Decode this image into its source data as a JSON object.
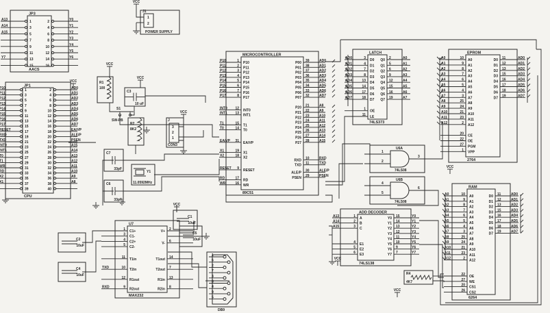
{
  "vcc": "VCC",
  "jp3": {
    "ref": "JP3",
    "name": "AACS",
    "left": [
      {
        "n": "1",
        "net": "A13"
      },
      {
        "n": "3",
        "net": "A14"
      },
      {
        "n": "5",
        "net": "A15"
      },
      {
        "n": "7",
        "net": ""
      },
      {
        "n": "9",
        "net": ""
      },
      {
        "n": "11",
        "net": ""
      },
      {
        "n": "13",
        "net": "Y7"
      },
      {
        "n": "15",
        "net": ""
      }
    ],
    "right": [
      {
        "n": "2",
        "net": "Y0"
      },
      {
        "n": "4",
        "net": "Y1"
      },
      {
        "n": "6",
        "net": "Y2"
      },
      {
        "n": "8",
        "net": "Y3"
      },
      {
        "n": "10",
        "net": "Y4"
      },
      {
        "n": "12",
        "net": "Y5"
      },
      {
        "n": "14",
        "net": "Y6"
      },
      {
        "n": "16",
        "net": ""
      }
    ]
  },
  "jp1": {
    "ref": "JP1",
    "name": "CPU",
    "left": [
      {
        "n": "1",
        "net": "P10"
      },
      {
        "n": "3",
        "net": "P11"
      },
      {
        "n": "5",
        "net": "P12"
      },
      {
        "n": "7",
        "net": "P13"
      },
      {
        "n": "9",
        "net": "P14"
      },
      {
        "n": "11",
        "net": "P15"
      },
      {
        "n": "13",
        "net": "P16"
      },
      {
        "n": "15",
        "net": "P17"
      },
      {
        "n": "17",
        "net": "RESET"
      },
      {
        "n": "19",
        "net": "RXD"
      },
      {
        "n": "21",
        "net": "TXD"
      },
      {
        "n": "23",
        "net": "INT0"
      },
      {
        "n": "25",
        "net": "INT1"
      },
      {
        "n": "27",
        "net": "T0"
      },
      {
        "n": "29",
        "net": "T1"
      },
      {
        "n": "31",
        "net": "WR"
      },
      {
        "n": "33",
        "net": "RD"
      },
      {
        "n": "35",
        "net": "X2"
      },
      {
        "n": "37",
        "net": "X1"
      },
      {
        "n": "39",
        "net": ""
      }
    ],
    "right": [
      {
        "n": "2",
        "net": "AD0"
      },
      {
        "n": "4",
        "net": "AD1"
      },
      {
        "n": "6",
        "net": "AD2"
      },
      {
        "n": "8",
        "net": "AD3"
      },
      {
        "n": "10",
        "net": "AD4"
      },
      {
        "n": "12",
        "net": "AD5"
      },
      {
        "n": "14",
        "net": "AD6"
      },
      {
        "n": "16",
        "net": "AD7"
      },
      {
        "n": "18",
        "net": "EA/VP"
      },
      {
        "n": "20",
        "net": "ALE/P"
      },
      {
        "n": "22",
        "net": "PSEN"
      },
      {
        "n": "24",
        "net": "A15"
      },
      {
        "n": "26",
        "net": "A14"
      },
      {
        "n": "28",
        "net": "A13"
      },
      {
        "n": "30",
        "net": "A12"
      },
      {
        "n": "32",
        "net": "A11"
      },
      {
        "n": "34",
        "net": "A10"
      },
      {
        "n": "36",
        "net": "A9"
      },
      {
        "n": "38",
        "net": "A8"
      },
      {
        "n": "40",
        "net": ""
      }
    ]
  },
  "mcu": {
    "ref": "MICROCONTROLLER",
    "name": "89C51",
    "left": [
      {
        "l": "P10",
        "n": "1",
        "net": "P10"
      },
      {
        "l": "P11",
        "n": "2",
        "net": "P11"
      },
      {
        "l": "P12",
        "n": "3",
        "net": "P12"
      },
      {
        "l": "P13",
        "n": "4",
        "net": "P13"
      },
      {
        "l": "P14",
        "n": "5",
        "net": "P14"
      },
      {
        "l": "P15",
        "n": "6",
        "net": "P15"
      },
      {
        "l": "P16",
        "n": "7",
        "net": "P16"
      },
      {
        "l": "P17",
        "n": "8",
        "net": "P17"
      },
      {
        "l": "INT0",
        "n": "12",
        "net": "INT0"
      },
      {
        "l": "INT1",
        "n": "13",
        "net": "INT1"
      },
      {
        "l": "T1",
        "n": "15",
        "net": "T1"
      },
      {
        "l": "T0",
        "n": "14",
        "net": "T0"
      },
      {
        "l": "EA/VP",
        "n": "31",
        "net": "EA/VP"
      },
      {
        "l": "X1",
        "n": "19",
        "net": "X1"
      },
      {
        "l": "X2",
        "n": "18",
        "net": "X2"
      },
      {
        "l": "RESET",
        "n": "9",
        "net": "RESET"
      },
      {
        "l": "RD",
        "n": "17",
        "net": "RD"
      },
      {
        "l": "WR",
        "n": "16",
        "net": "WR"
      }
    ],
    "right": [
      {
        "l": "P00",
        "n": "39",
        "net": "AD0"
      },
      {
        "l": "P01",
        "n": "38",
        "net": "AD1"
      },
      {
        "l": "P02",
        "n": "37",
        "net": "AD2"
      },
      {
        "l": "P03",
        "n": "36",
        "net": "AD3"
      },
      {
        "l": "P04",
        "n": "35",
        "net": "AD4"
      },
      {
        "l": "P05",
        "n": "34",
        "net": "AD5"
      },
      {
        "l": "P06",
        "n": "33",
        "net": "AD6"
      },
      {
        "l": "P07",
        "n": "32",
        "net": "AD7"
      },
      {
        "l": "P20",
        "n": "21",
        "net": "A8"
      },
      {
        "l": "P21",
        "n": "22",
        "net": "A9"
      },
      {
        "l": "P22",
        "n": "23",
        "net": "A10"
      },
      {
        "l": "P23",
        "n": "24",
        "net": "A11"
      },
      {
        "l": "P24",
        "n": "25",
        "net": "A12"
      },
      {
        "l": "P25",
        "n": "26",
        "net": "A13"
      },
      {
        "l": "P26",
        "n": "27",
        "net": "A14"
      },
      {
        "l": "P27",
        "n": "28",
        "net": "A15"
      },
      {
        "l": "RXD",
        "n": "10",
        "net": "RXD"
      },
      {
        "l": "TXD",
        "n": "11",
        "net": "TXD"
      },
      {
        "l": "ALE/P",
        "n": "30",
        "net": "ALE/P"
      },
      {
        "l": "PSEN",
        "n": "29",
        "net": "PSEN"
      }
    ]
  },
  "latch": {
    "ref": "LATCH",
    "name": "74LS373",
    "left": [
      {
        "l": "D0",
        "n": "3",
        "net": "AD0"
      },
      {
        "l": "D1",
        "n": "4",
        "net": "AD1"
      },
      {
        "l": "D2",
        "n": "7",
        "net": "AD2"
      },
      {
        "l": "D3",
        "n": "8",
        "net": "AD3"
      },
      {
        "l": "D4",
        "n": "13",
        "net": "AD4"
      },
      {
        "l": "D5",
        "n": "14",
        "net": "AD5"
      },
      {
        "l": "D6",
        "n": "17",
        "net": "AD6"
      },
      {
        "l": "D7",
        "n": "18",
        "net": "AD7"
      },
      {
        "l": "OE",
        "n": "1",
        "net": ""
      },
      {
        "l": "LE",
        "n": "11",
        "net": ""
      }
    ],
    "right": [
      {
        "l": "Q0",
        "n": "2",
        "net": "A0"
      },
      {
        "l": "Q1",
        "n": "5",
        "net": "A1"
      },
      {
        "l": "Q2",
        "n": "6",
        "net": "A2"
      },
      {
        "l": "Q3",
        "n": "9",
        "net": "A3"
      },
      {
        "l": "Q4",
        "n": "12",
        "net": "A4"
      },
      {
        "l": "Q5",
        "n": "15",
        "net": "A5"
      },
      {
        "l": "Q6",
        "n": "16",
        "net": "A6"
      },
      {
        "l": "Q7",
        "n": "19",
        "net": "A7"
      }
    ]
  },
  "eprom": {
    "ref": "EPROM",
    "name": "2764",
    "left": [
      {
        "l": "A0",
        "n": "10",
        "net": "A0"
      },
      {
        "l": "A1",
        "n": "9",
        "net": "A1"
      },
      {
        "l": "A2",
        "n": "8",
        "net": "A2"
      },
      {
        "l": "A3",
        "n": "7",
        "net": "A3"
      },
      {
        "l": "A4",
        "n": "6",
        "net": "A4"
      },
      {
        "l": "A5",
        "n": "5",
        "net": "A5"
      },
      {
        "l": "A6",
        "n": "4",
        "net": "A6"
      },
      {
        "l": "A7",
        "n": "3",
        "net": "A7"
      },
      {
        "l": "A8",
        "n": "25",
        "net": "A8"
      },
      {
        "l": "A9",
        "n": "24",
        "net": "A9"
      },
      {
        "l": "A10",
        "n": "21",
        "net": "A10"
      },
      {
        "l": "A11",
        "n": "23",
        "net": "A11"
      },
      {
        "l": "A12",
        "n": "2",
        "net": "A12"
      },
      {
        "l": "CE",
        "n": "20",
        "net": ""
      },
      {
        "l": "OE",
        "n": "22",
        "net": ""
      },
      {
        "l": "PGM",
        "n": "27",
        "net": ""
      },
      {
        "l": "VPP",
        "n": "1",
        "net": ""
      }
    ],
    "right": [
      {
        "l": "D0",
        "n": "11",
        "net": "AD0"
      },
      {
        "l": "D1",
        "n": "12",
        "net": "AD1"
      },
      {
        "l": "D2",
        "n": "13",
        "net": "AD2"
      },
      {
        "l": "D3",
        "n": "15",
        "net": "AD3"
      },
      {
        "l": "D4",
        "n": "16",
        "net": "AD4"
      },
      {
        "l": "D5",
        "n": "17",
        "net": "AD5"
      },
      {
        "l": "D6",
        "n": "18",
        "net": "AD6"
      },
      {
        "l": "D7",
        "n": "19",
        "net": "AD7"
      }
    ]
  },
  "ram": {
    "ref": "RAM",
    "name": "6264",
    "left": [
      {
        "l": "A0",
        "n": "10",
        "net": "A0"
      },
      {
        "l": "A1",
        "n": "9",
        "net": "A1"
      },
      {
        "l": "A2",
        "n": "8",
        "net": "A2"
      },
      {
        "l": "A3",
        "n": "7",
        "net": "A3"
      },
      {
        "l": "A4",
        "n": "6",
        "net": "A4"
      },
      {
        "l": "A5",
        "n": "5",
        "net": "A5"
      },
      {
        "l": "A6",
        "n": "4",
        "net": "A6"
      },
      {
        "l": "A7",
        "n": "3",
        "net": "A7"
      },
      {
        "l": "A8",
        "n": "25",
        "net": "A8"
      },
      {
        "l": "A9",
        "n": "24",
        "net": "A9"
      },
      {
        "l": "A10",
        "n": "21",
        "net": "A10"
      },
      {
        "l": "A11",
        "n": "23",
        "net": "A11"
      },
      {
        "l": "A12",
        "n": "2",
        "net": "A12"
      },
      {
        "l": "OE",
        "n": "22",
        "net": ""
      },
      {
        "l": "WE",
        "n": "27",
        "net": ""
      },
      {
        "l": "CS1",
        "n": "20",
        "net": ""
      },
      {
        "l": "CS2",
        "n": "26",
        "net": ""
      }
    ],
    "right": [
      {
        "l": "D0",
        "n": "11",
        "net": "AD0"
      },
      {
        "l": "D1",
        "n": "12",
        "net": "AD1"
      },
      {
        "l": "D2",
        "n": "13",
        "net": "AD2"
      },
      {
        "l": "D3",
        "n": "15",
        "net": "AD3"
      },
      {
        "l": "D4",
        "n": "16",
        "net": "AD4"
      },
      {
        "l": "D5",
        "n": "17",
        "net": "AD5"
      },
      {
        "l": "D6",
        "n": "18",
        "net": "AD6"
      },
      {
        "l": "D7",
        "n": "19",
        "net": "AD7"
      }
    ]
  },
  "decoder": {
    "ref": "ADD DECODER",
    "name": "74LS138",
    "left": [
      {
        "l": "A",
        "n": "1",
        "net": "A13"
      },
      {
        "l": "B",
        "n": "2",
        "net": "A14"
      },
      {
        "l": "C",
        "n": "3",
        "net": "A15"
      },
      {
        "l": "E1",
        "n": "4",
        "net": ""
      },
      {
        "l": "E2",
        "n": "5",
        "net": ""
      },
      {
        "l": "E3",
        "n": "6",
        "net": ""
      }
    ],
    "right": [
      {
        "l": "Y0",
        "n": "15",
        "net": "Y0"
      },
      {
        "l": "Y1",
        "n": "14",
        "net": "Y1"
      },
      {
        "l": "Y2",
        "n": "13",
        "net": "Y2"
      },
      {
        "l": "Y3",
        "n": "12",
        "net": "Y3"
      },
      {
        "l": "Y4",
        "n": "11",
        "net": "Y4"
      },
      {
        "l": "Y5",
        "n": "10",
        "net": "Y5"
      },
      {
        "l": "Y6",
        "n": "9",
        "net": "Y6"
      },
      {
        "l": "Y7",
        "n": "7",
        "net": "Y7"
      }
    ]
  },
  "max232": {
    "ref": "U7",
    "name": "MAX232",
    "left": [
      {
        "l": "C1+",
        "n": "1",
        "net": ""
      },
      {
        "l": "C1-",
        "n": "3",
        "net": ""
      },
      {
        "l": "C2+",
        "n": "4",
        "net": ""
      },
      {
        "l": "C2-",
        "n": "5",
        "net": ""
      },
      {
        "l": "T1in",
        "n": "11",
        "net": ""
      },
      {
        "l": "T2in",
        "n": "10",
        "net": "TXD"
      },
      {
        "l": "R1out",
        "n": "12",
        "net": ""
      },
      {
        "l": "R2out",
        "n": "9",
        "net": "RXD"
      }
    ],
    "right": [
      {
        "l": "V+",
        "n": "2",
        "net": ""
      },
      {
        "l": "V-",
        "n": "6",
        "net": ""
      },
      {
        "l": "T1out",
        "n": "14",
        "net": ""
      },
      {
        "l": "T2out",
        "n": "7",
        "net": ""
      },
      {
        "l": "R1in",
        "n": "13",
        "net": ""
      },
      {
        "l": "R2in",
        "n": "8",
        "net": ""
      }
    ]
  },
  "u6a": {
    "ref": "U6A",
    "name": "74LS08",
    "pins": [
      "1",
      "2",
      "3"
    ]
  },
  "u6b": {
    "ref": "U6B",
    "name": "74LS08",
    "pins": [
      "4",
      "5",
      "6"
    ]
  },
  "j1": {
    "ref": "J1",
    "name": "POWER SUPPLY",
    "pins": [
      "1",
      "2"
    ]
  },
  "con3": {
    "ref": "J",
    "name": "CON3",
    "pins": [
      "3",
      "2",
      "1"
    ]
  },
  "r1": {
    "ref": "R1",
    "value": "100"
  },
  "r2": {
    "ref": "R2",
    "value": "8K2"
  },
  "r4": {
    "ref": "R4",
    "value": "4K7"
  },
  "c3": {
    "ref": "C3",
    "value": "10 uF"
  },
  "c7": {
    "ref": "C7",
    "value": "33pF"
  },
  "c6": {
    "ref": "C6",
    "value": "33pF"
  },
  "y1": {
    "ref": "Y1",
    "value": "11.0592MHz"
  },
  "s1": {
    "ref": "S1",
    "value": "SW-PB"
  },
  "mc1": {
    "ref": "C2",
    "value": "10uF"
  },
  "mc2": {
    "ref": "C4",
    "value": "10uF"
  },
  "mc3": {
    "ref": "C1",
    "value": "10uF"
  },
  "mc4": {
    "ref": "C5",
    "value": "10uF"
  },
  "db9": {
    "name": "DB9",
    "pins": [
      "1",
      "6",
      "2",
      "7",
      "3",
      "8",
      "4",
      "9",
      "5"
    ]
  }
}
